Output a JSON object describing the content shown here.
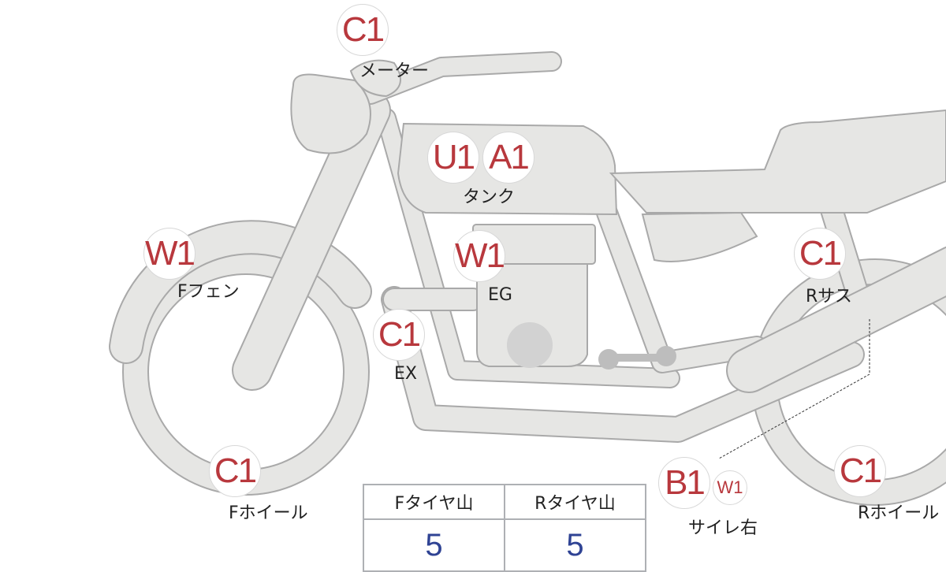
{
  "colors": {
    "part_fill": "#e6e6e4",
    "part_stroke": "#a9a9a9",
    "badge_text": "#b8383d",
    "value_text": "#2f4394"
  },
  "parts": [
    {
      "id": "meter",
      "label": "メーター",
      "codes": [
        "C1"
      ]
    },
    {
      "id": "tank",
      "label": "タンク",
      "codes": [
        "U1",
        "A1"
      ]
    },
    {
      "id": "f_fender",
      "label": "Fフェン",
      "codes": [
        "W1"
      ]
    },
    {
      "id": "engine",
      "label": "EG",
      "codes": [
        "W1"
      ]
    },
    {
      "id": "exhaust",
      "label": "EX",
      "codes": [
        "C1"
      ]
    },
    {
      "id": "r_suspension",
      "label": "Rサス",
      "codes": [
        "C1"
      ]
    },
    {
      "id": "f_wheel",
      "label": "Fホイール",
      "codes": [
        "C1"
      ]
    },
    {
      "id": "muffler_right",
      "label": "サイレ右",
      "codes": [
        "B1",
        "W1"
      ]
    },
    {
      "id": "r_wheel",
      "label": "Rホイール",
      "codes": [
        "C1"
      ]
    }
  ],
  "tire_table": {
    "headers": [
      "Fタイヤ山",
      "Rタイヤ山"
    ],
    "values": [
      "5",
      "5"
    ]
  }
}
